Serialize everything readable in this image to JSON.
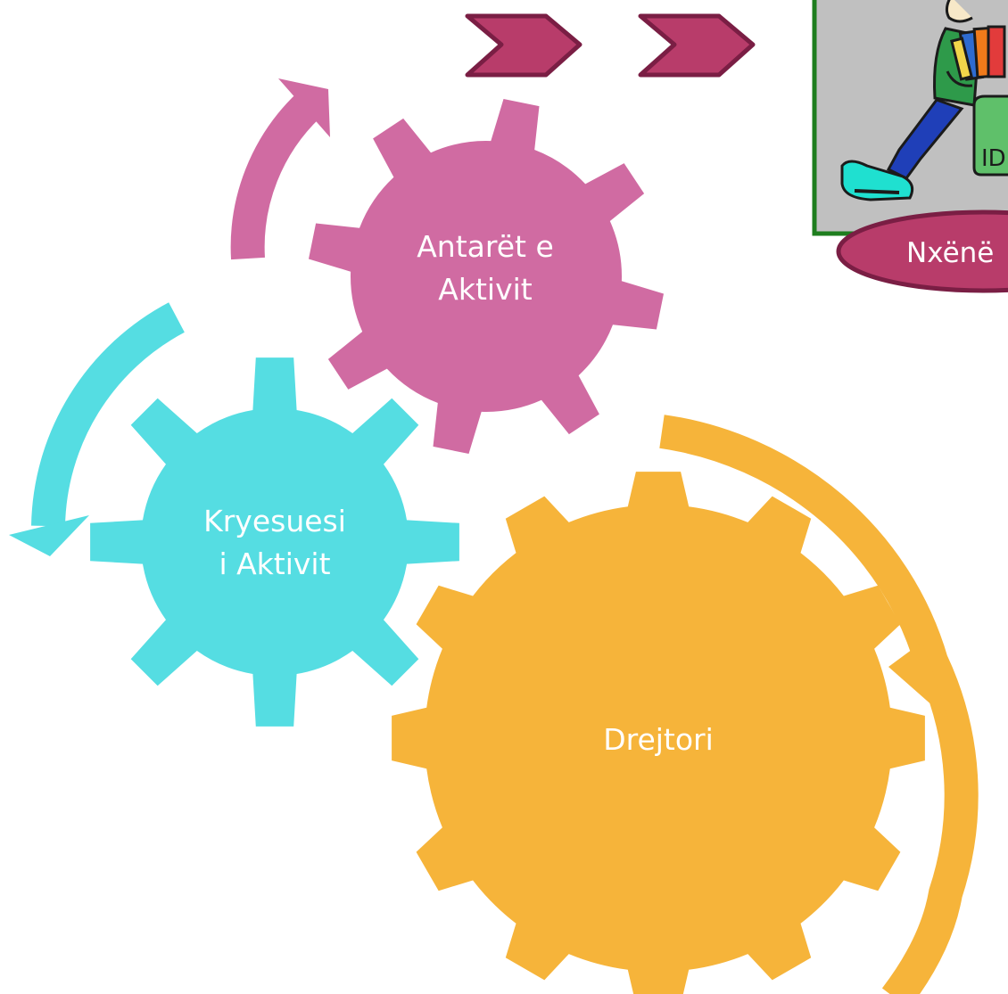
{
  "diagram": {
    "gears": [
      {
        "id": "drejtori",
        "label_lines": [
          "Drejtori"
        ],
        "color": "#F6B43A"
      },
      {
        "id": "kryesuesi",
        "label_lines": [
          "Kryesuesi",
          "i Aktivit"
        ],
        "color": "#55DDE2"
      },
      {
        "id": "antaret",
        "label_lines": [
          "Antarët e",
          "Aktivit"
        ],
        "color": "#D06BA2"
      }
    ],
    "student_card": {
      "label": "Nxënë",
      "frame_color": "#1E7E1E",
      "background_color": "#C0C0C0",
      "badge_color": "#B83C6A",
      "badge_text": "IDE"
    },
    "chevron_color": "#B83C6A",
    "chevron_outline": "#7A1E44",
    "chevron_count": 2
  }
}
